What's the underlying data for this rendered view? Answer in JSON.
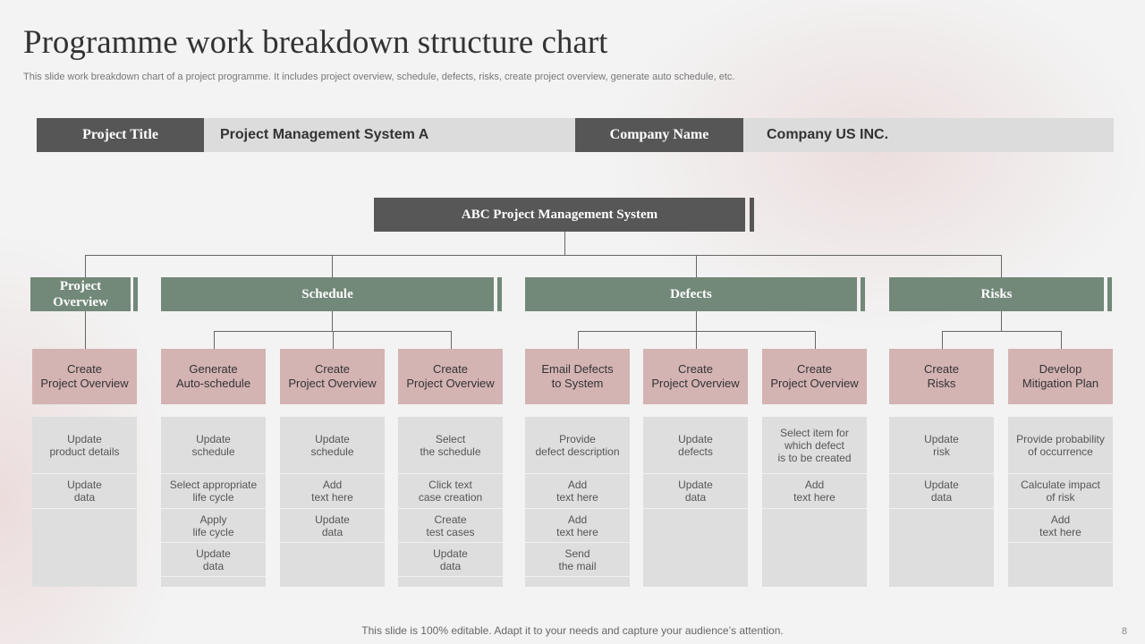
{
  "title": "Programme work breakdown structure chart",
  "subtitle": "This slide work breakdown chart of a project programme. It includes project overview, schedule, defects, risks, create project overview, generate auto schedule, etc.",
  "header": {
    "project_title_label": "Project Title",
    "project_title_value": "Project Management System A",
    "company_label": "Company Name",
    "company_value": "Company US INC."
  },
  "root": "ABC Project Management System",
  "categories": [
    {
      "label": "Project\nOverview",
      "tasks": [
        {
          "label": "Create\nProject Overview",
          "items": [
            "Update\nproduct details",
            "Update\ndata"
          ]
        }
      ]
    },
    {
      "label": "Schedule",
      "tasks": [
        {
          "label": "Generate\nAuto-schedule",
          "items": [
            "Update\nschedule",
            "Select appropriate\nlife cycle",
            "Apply\nlife cycle",
            "Update\ndata"
          ]
        },
        {
          "label": "Create\nProject Overview",
          "items": [
            "Update\nschedule",
            "Add\ntext here",
            "Update\ndata"
          ]
        },
        {
          "label": "Create\nProject Overview",
          "items": [
            "Select\nthe schedule",
            "Click text\ncase creation",
            "Create\ntest cases",
            "Update\ndata"
          ]
        }
      ]
    },
    {
      "label": "Defects",
      "tasks": [
        {
          "label": "Email Defects\nto System",
          "items": [
            "Provide\ndefect description",
            "Add\ntext here",
            "Add\ntext here",
            "Send\nthe mail"
          ]
        },
        {
          "label": "Create\nProject Overview",
          "items": [
            "Update\ndefects",
            "Update\ndata"
          ]
        },
        {
          "label": "Create\nProject Overview",
          "items": [
            "Select item for\nwhich defect\nis to  be created",
            "Add\ntext here"
          ]
        }
      ]
    },
    {
      "label": "Risks",
      "tasks": [
        {
          "label": "Create\nRisks",
          "items": [
            "Update\nrisk",
            "Update\ndata"
          ]
        },
        {
          "label": "Develop\nMitigation Plan",
          "items": [
            "Provide probability\nof occurrence",
            "Calculate impact\nof risk",
            "Add\ntext here"
          ]
        }
      ]
    }
  ],
  "footer": "This slide is 100% editable. Adapt it to your needs and capture your audience’s attention.",
  "page_number": "8"
}
